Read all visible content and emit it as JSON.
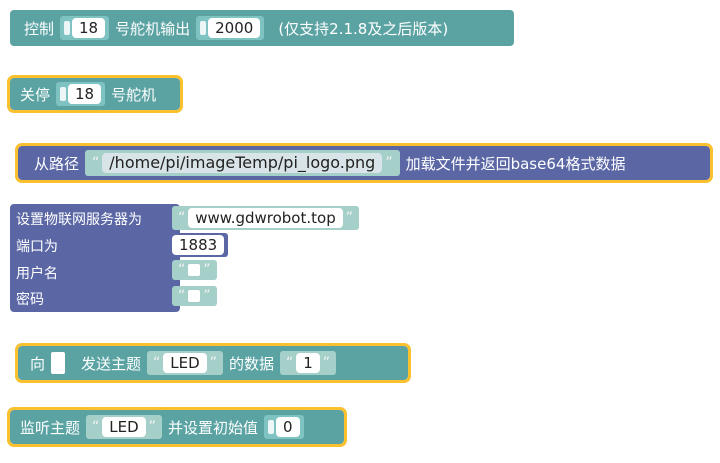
{
  "blocks": {
    "servo_output": {
      "label_control": "控制",
      "servo_no": "18",
      "label_servo": "号舵机输出",
      "value": "2000",
      "note": "(仅支持2.1.8及之后版本)"
    },
    "servo_stop": {
      "label_stop": "关停",
      "servo_no": "18",
      "label_servo": "号舵机"
    },
    "load_file": {
      "label_from": "从路径",
      "path": "/home/pi/imageTemp/pi_logo.png",
      "label_action": "加载文件并返回base64格式数据"
    },
    "mqtt_server": {
      "label_server": "设置物联网服务器为",
      "server": "www.gdwrobot.top",
      "label_port": "端口为",
      "port": "1883",
      "label_user": "用户名",
      "label_password": "密码"
    },
    "publish": {
      "label_to": "向",
      "label_topic": "发送主题",
      "topic": "LED",
      "label_data": "的数据",
      "data": "1"
    },
    "subscribe": {
      "label_listen": "监听主题",
      "topic": "LED",
      "label_init": "并设置初始值",
      "init": "0"
    }
  },
  "glyphs": {
    "open_quote": "“",
    "close_quote": "”"
  },
  "colors": {
    "teal": "#5ba3a3",
    "indigo": "#5b67a5",
    "highlight": "#fbc02d"
  }
}
